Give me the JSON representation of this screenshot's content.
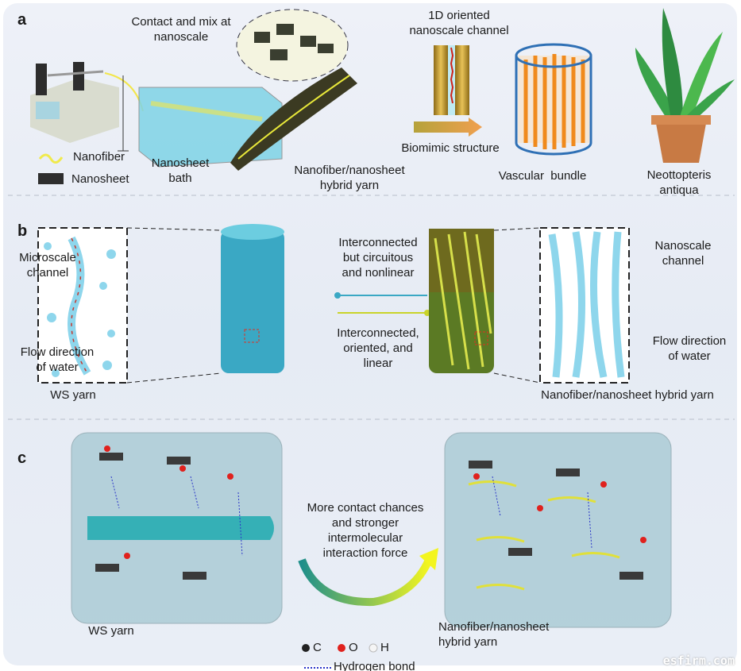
{
  "panel_labels": {
    "a": "a",
    "b": "b",
    "c": "c"
  },
  "panel_a": {
    "contact_mix": [
      "Contact and mix at",
      "nanoscale"
    ],
    "channel": [
      "1D oriented",
      "nanoscale channel"
    ],
    "legend_nanofiber": "Nanofiber",
    "legend_nanosheet": "Nanosheet",
    "bath": [
      "Nanosheet",
      "bath"
    ],
    "yarn": [
      "Nanofiber/nanosheet",
      "hybrid yarn"
    ],
    "biomimic": "Biomimic structure",
    "vascular": "Vascular  bundle",
    "plant": [
      "Neottopteris",
      "antiqua"
    ]
  },
  "panel_b": {
    "micro_channel": [
      "Microscale",
      "channel"
    ],
    "flow_left": [
      "Flow direction",
      "of water"
    ],
    "ws_yarn": "WS yarn",
    "circuitous": [
      "Interconnected",
      "but circuitous",
      "and nonlinear"
    ],
    "oriented": [
      "Interconnected,",
      "oriented, and",
      "linear"
    ],
    "nano_channel": [
      "Nanoscale",
      "channel"
    ],
    "flow_right": [
      "Flow direction",
      "of water"
    ],
    "hybrid_yarn": "Nanofiber/nanosheet hybrid yarn"
  },
  "panel_c": {
    "arrow_text": [
      "More contact chances",
      "and stronger",
      "intermolecular",
      "interaction force"
    ],
    "ws_yarn": "WS yarn",
    "legend_c": "C",
    "legend_o": "O",
    "legend_h": "H",
    "hbond": "Hydrogen bond",
    "hybrid_yarn": [
      "Nanofiber/nanosheet",
      "hybrid yarn"
    ]
  },
  "watermark": "esfirm.com",
  "colors": {
    "water": "#5cc8e0",
    "fiber": "#e8e83a",
    "gold": "#c9a13a",
    "orange": "#f08a1c",
    "carbon": "#222222",
    "oxygen": "#e0211d",
    "hbond": "#2b35c8"
  }
}
